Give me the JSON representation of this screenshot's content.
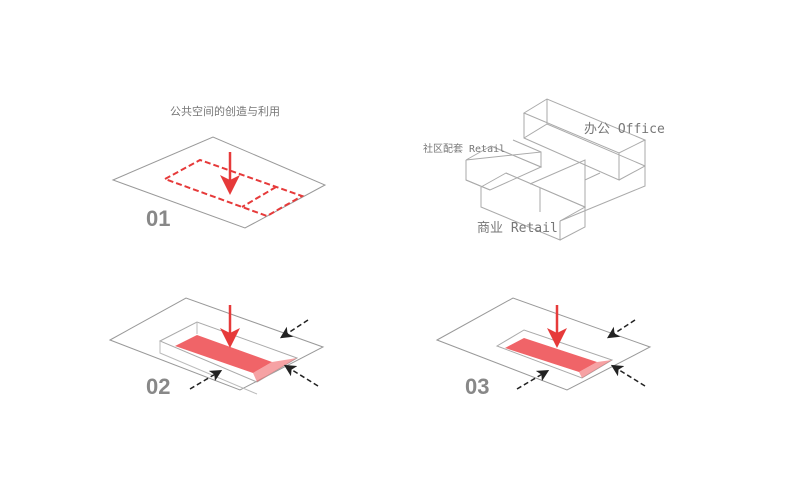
{
  "title": "公共空间的创造与利用",
  "steps": [
    "01",
    "02",
    "03"
  ],
  "labels": {
    "office": "办公 Office",
    "community_retail": "社区配套 Retail",
    "commercial_retail": "商业 Retail"
  },
  "colors": {
    "accent": "#e63a3a",
    "fill": "#f06468",
    "line": "#999999"
  }
}
